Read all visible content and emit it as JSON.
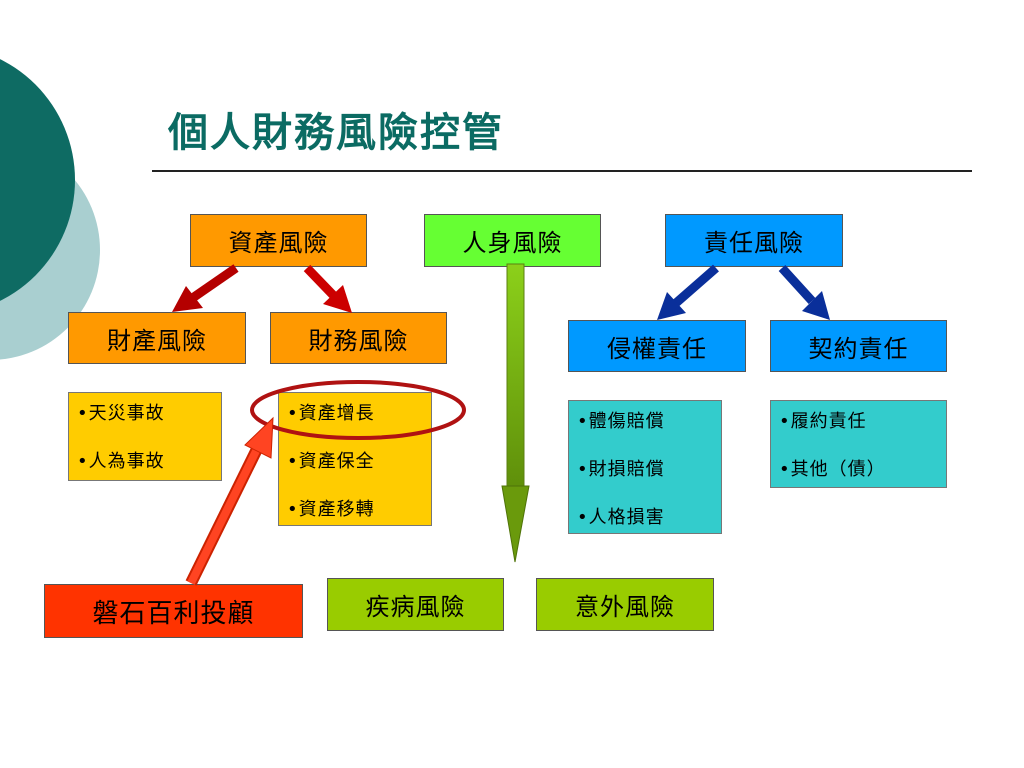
{
  "title": "個人財務風險控管",
  "nodes": {
    "asset_risk": "資產風險",
    "personal_risk": "人身風險",
    "liability_risk": "責任風險",
    "property_risk": "財產風險",
    "financial_risk": "財務風險",
    "tort_liability": "侵權責任",
    "contract_liability": "契約責任",
    "disease_risk": "疾病風險",
    "accident_risk": "意外風險",
    "advisor": "磐石百利投顧"
  },
  "lists": {
    "property": [
      "天災事故",
      "人為事故"
    ],
    "financial": [
      "資產增長",
      "資產保全",
      "資產移轉"
    ],
    "tort": [
      "體傷賠償",
      "財損賠償",
      "人格損害"
    ],
    "contract": [
      "履約責任",
      "其他（債）"
    ]
  },
  "colors": {
    "title": "#0b6b63",
    "orange": "#ff9900",
    "green": "#66ff33",
    "blue": "#0099ff",
    "teal": "#33cccc",
    "yellow": "#ffcc00",
    "lime": "#99cc00",
    "red": "#ff3300"
  }
}
